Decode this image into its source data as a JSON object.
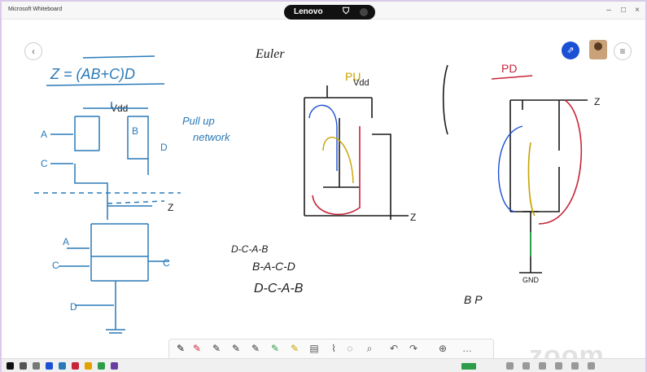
{
  "window": {
    "app_title": "Microsoft Whiteboard",
    "brand": "Lenovo",
    "controls": {
      "minimize": "–",
      "maximize": "□",
      "close": "×"
    }
  },
  "canvas": {
    "back_icon": "chevron-left-icon",
    "share_icon": "share-icon",
    "more_icon": "more-icon"
  },
  "handwriting": {
    "expression": "Z = (AB+C)D",
    "euler_title": "Euler",
    "vdd": "Vdd",
    "pullup_line1": "Pull up",
    "pullup_line2": "network",
    "pu_label": "PU",
    "pd_label": "PD",
    "output_z": "Z",
    "gnd": "GND",
    "euler_path_1": "D-C-A-B",
    "euler_path_2": "B-A-C-D",
    "euler_path_3": "D-C-A-B",
    "bottom_note": "B  P"
  },
  "pen_toolbar": {
    "tools": [
      "pen-black",
      "pen-red",
      "pen-black",
      "pen-black",
      "pen-black",
      "pen-green",
      "pen-yellow",
      "highlighter",
      "ruler",
      "eraser",
      "lasso",
      "undo",
      "redo",
      "add",
      "more"
    ]
  },
  "watermark": "zoom",
  "colors": {
    "ink_blue": "#2a7ab8",
    "ink_black": "#1b1b1b",
    "ink_red": "#c8243a",
    "accent_blue": "#1a4fd6"
  }
}
